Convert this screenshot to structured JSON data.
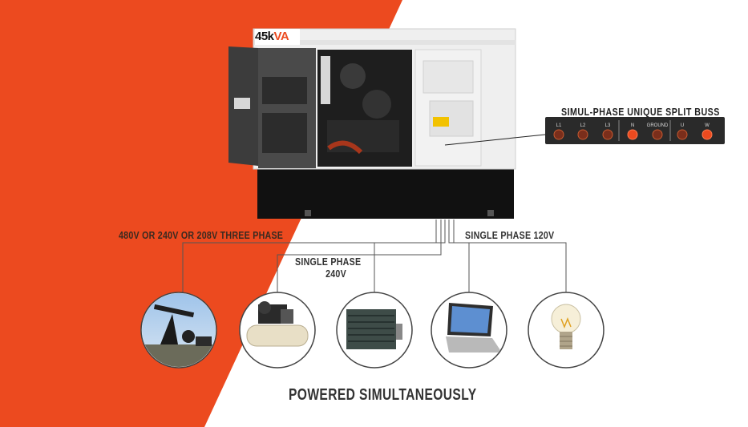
{
  "badge": {
    "prefix": "45k",
    "suffix": "VA"
  },
  "buss": {
    "title": "SIMUL-PHASE UNIQUE SPLIT BUSS",
    "terminals": [
      "L1",
      "L2",
      "L3",
      "N",
      "GROUND",
      "U",
      "W"
    ]
  },
  "labels": {
    "three_phase": "480V OR 240V OR 208V THREE PHASE",
    "single_240_line1": "SINGLE PHASE",
    "single_240_line2": "240V",
    "single_120": "SINGLE PHASE 120V"
  },
  "footer": {
    "caption": "POWERED SIMULTANEOUSLY"
  },
  "loads": [
    {
      "name": "oil-pump-jack",
      "icon": "pumpjack-icon"
    },
    {
      "name": "air-compressor",
      "icon": "compressor-icon"
    },
    {
      "name": "ac-condenser",
      "icon": "hvac-icon"
    },
    {
      "name": "laptop",
      "icon": "laptop-icon"
    },
    {
      "name": "light-bulb",
      "icon": "bulb-icon"
    }
  ],
  "colors": {
    "accent": "#ec4a1f",
    "panel_dark": "#2b2b2b",
    "generator_body": "#efefef"
  }
}
